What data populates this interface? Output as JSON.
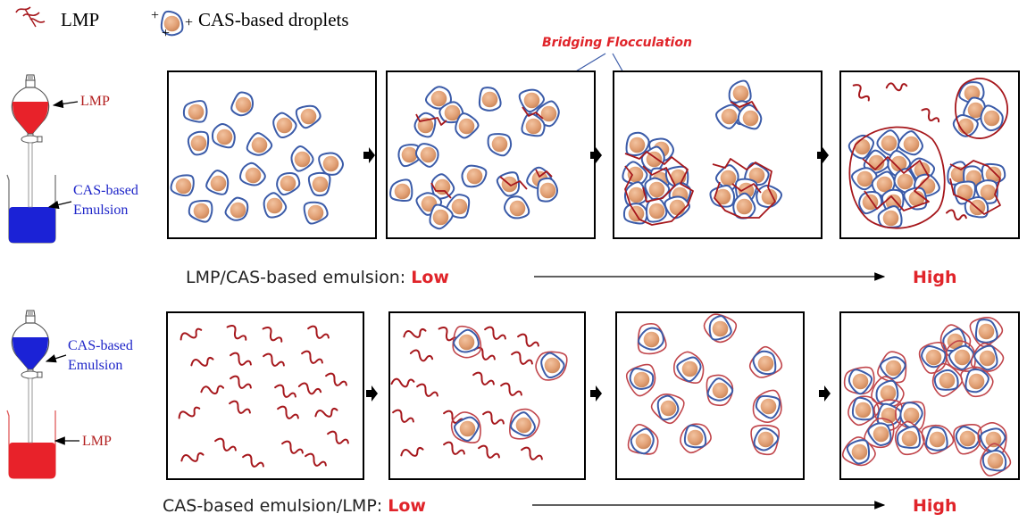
{
  "legend": {
    "lmp_label": "LMP",
    "droplet_label": "CAS-based droplets",
    "droplet_charge": "+"
  },
  "annotation": {
    "bridging": "Bridging Flocculation"
  },
  "top_row": {
    "funnel_label": "LMP",
    "beaker_label_line1": "CAS-based",
    "beaker_label_line2": "Emulsion",
    "funnel_color": "#e8222a",
    "beaker_color": "#1b22d6",
    "axis_label": "LMP/CAS-based emulsion: ",
    "low": "Low",
    "high": "High"
  },
  "bottom_row": {
    "funnel_label_line1": "CAS-based",
    "funnel_label_line2": "Emulsion",
    "beaker_label": "LMP",
    "funnel_color": "#1b22d6",
    "beaker_color": "#e8222a",
    "axis_label": "CAS-based emulsion/LMP: ",
    "low": "Low",
    "high": "High"
  },
  "colors": {
    "droplet_fill": "#e2a176",
    "droplet_outline": "#3b5ba8",
    "polymer": "#a6171c",
    "accent_text": "#e0242a",
    "label_red": "#b21d1d",
    "label_blue": "#1d24c8"
  }
}
